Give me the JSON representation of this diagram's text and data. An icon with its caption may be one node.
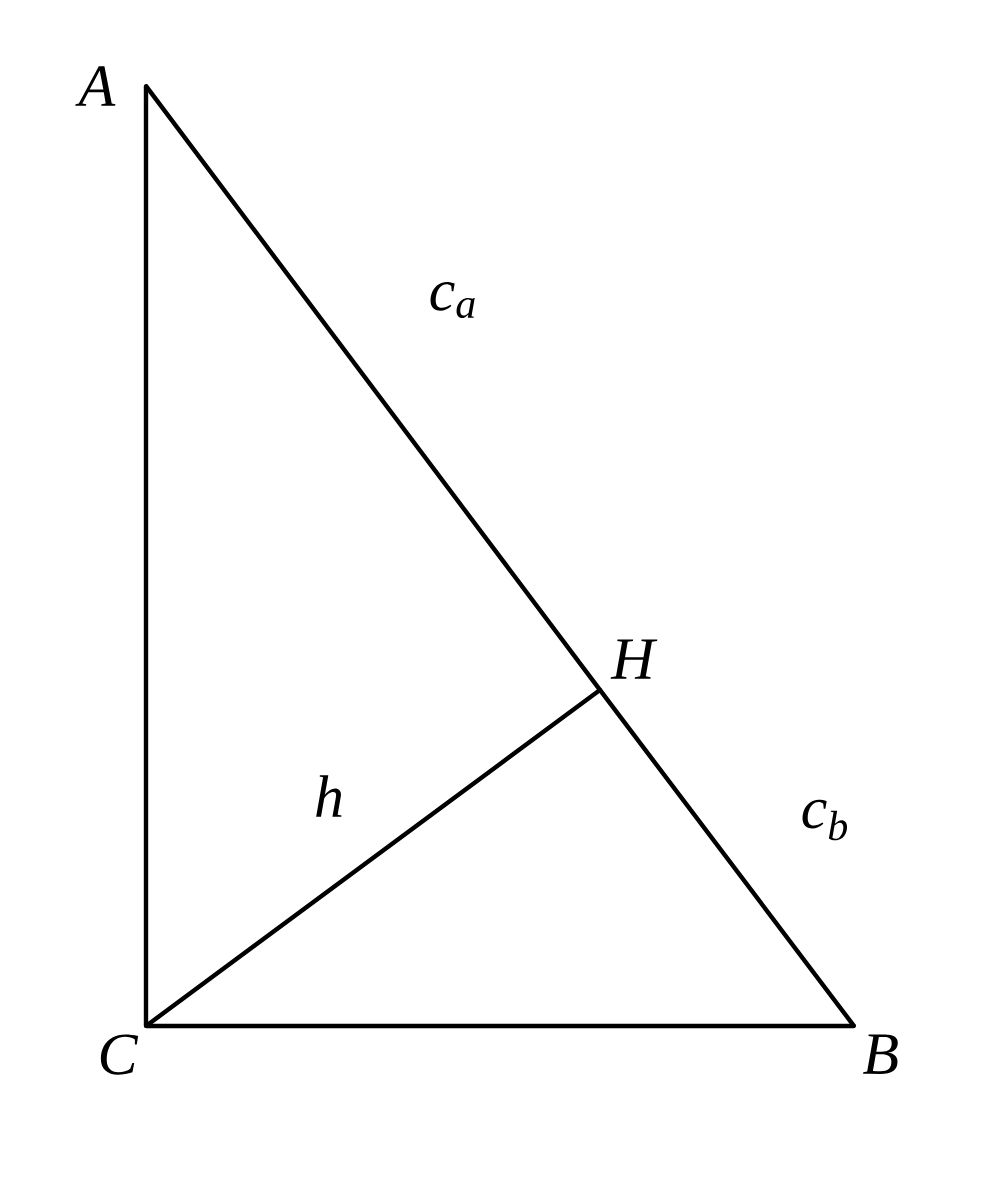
{
  "diagram": {
    "nodes": [
      {
        "text": [
          "A"
        ]
      },
      {
        "text": [
          "H"
        ]
      },
      {
        "text": [
          "C"
        ]
      },
      {
        "text": [
          "B"
        ]
      }
    ],
    "edges": [
      {
        "from": 0,
        "to": 2,
        "arrow": "none"
      },
      {
        "from": 2,
        "to": 3,
        "arrow": "none"
      },
      {
        "from": 0,
        "to": 1,
        "arrow": "none",
        "label": "c$_{a}$"
      },
      {
        "from": 1,
        "to": 3,
        "arrow": "none",
        "label": "c$_{b}$"
      },
      {
        "from": 2,
        "to": 1,
        "arrow": "none",
        "label": "h"
      }
    ]
  }
}
